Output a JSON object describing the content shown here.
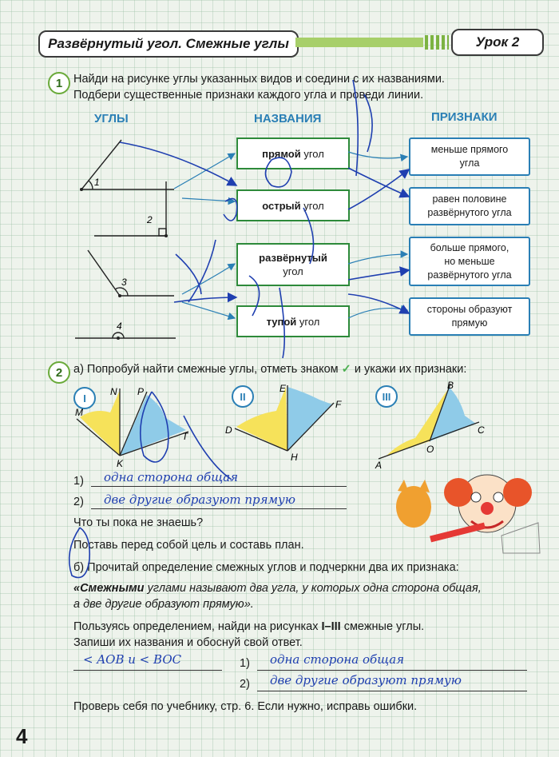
{
  "header": {
    "title": "Развёрнутый угол. Смежные углы",
    "lesson": "Урок 2"
  },
  "task1": {
    "number": "1",
    "line1": "Найди на рисунке углы указанных видов и соедини с их названиями.",
    "line2": "Подбери существенные признаки каждого угла и проведи линии.",
    "col_angles": "УГЛЫ",
    "col_names": "НАЗВАНИЯ",
    "col_features": "ПРИЗНАКИ",
    "angle_labels": [
      "1",
      "2",
      "3",
      "4"
    ],
    "names": [
      {
        "bold": "прямой",
        "rest": " угол"
      },
      {
        "bold": "острый",
        "rest": " угол"
      },
      {
        "bold": "развёрнутый",
        "rest": "угол"
      },
      {
        "bold": "тупой",
        "rest": " угол"
      }
    ],
    "features": [
      {
        "l1": "меньше прямого",
        "l2": "угла",
        "l3": ""
      },
      {
        "l1": "равен половине",
        "l2": "развёрнутого угла",
        "l3": ""
      },
      {
        "l1": "больше прямого,",
        "l2": "но меньше",
        "l3": "развёрнутого угла"
      },
      {
        "l1": "стороны образуют",
        "l2": "прямую",
        "l3": ""
      }
    ]
  },
  "task2": {
    "number": "2",
    "a_prefix": "а) Попробуй найти смежные углы, отметь знаком",
    "check": "✓",
    "a_suffix": "и укажи их признаки:",
    "figures": [
      {
        "roman": "I",
        "labels": [
          "M",
          "N",
          "P",
          "T",
          "K"
        ]
      },
      {
        "roman": "II",
        "labels": [
          "D",
          "E",
          "F",
          "H"
        ]
      },
      {
        "roman": "III",
        "labels": [
          "B",
          "C",
          "O",
          "A"
        ]
      }
    ],
    "ans1_num": "1)",
    "ans1": "одна сторона общая",
    "ans2_num": "2)",
    "ans2": "две другие образуют прямую",
    "q_dont_know": "Что ты пока не знаешь?",
    "goal": "Поставь перед собой цель и составь план.",
    "b_text": "б) Прочитай определение смежных углов и подчеркни два их признака:",
    "def_bold": "«Смежными",
    "def_rest1": " углами называют два угла, у которых одна сторона общая,",
    "def_rest2": "а две другие образуют прямую».",
    "use_def1": "Пользуясь определением, найди на рисунках",
    "use_def_bold": "I–III",
    "use_def2": "смежные углы.",
    "write_names": "Запиши их названия и обоснуй свой ответ.",
    "hand_angles": "< AOB и < BOC",
    "b_ans1_num": "1)",
    "b_ans1": "одна сторона общая",
    "b_ans2_num": "2)",
    "b_ans2": "две другие образуют прямую",
    "check_book": "Проверь себя по учебнику, стр. 6. Если нужно, исправь ошибки."
  },
  "page_number": "4",
  "colors": {
    "green": "#2d8a3a",
    "blue": "#2a7fb5",
    "ink": "#1f3fb0",
    "yellow": "#f6e25a",
    "sky": "#8fcbe8"
  }
}
